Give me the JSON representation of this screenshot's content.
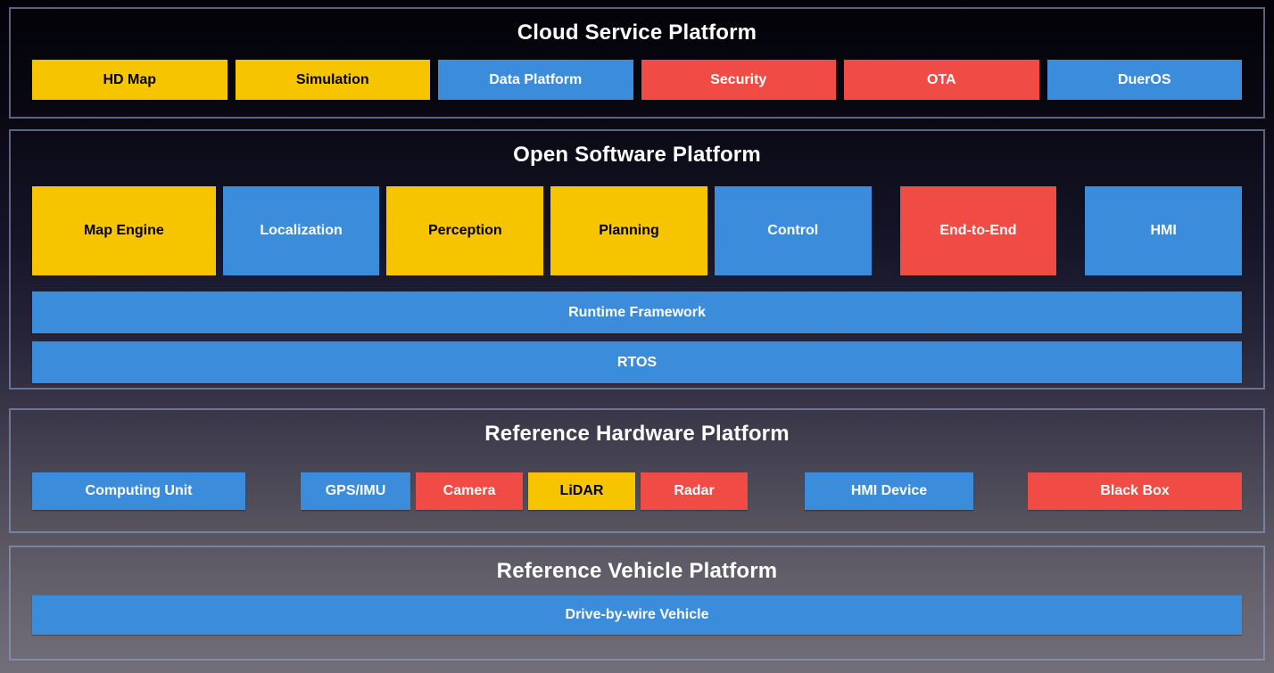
{
  "palette": {
    "yellow": "#F7C500",
    "blue": "#3B8DDC",
    "red": "#F14B45",
    "box_text_dark": "#000000",
    "box_text_light": "#FFFFFF",
    "section_border": "#8CA0C8"
  },
  "sections": {
    "cloud": {
      "title": "Cloud Service Platform",
      "boxes": [
        {
          "label": "HD Map",
          "color": "yellow"
        },
        {
          "label": "Simulation",
          "color": "yellow"
        },
        {
          "label": "Data Platform",
          "color": "blue"
        },
        {
          "label": "Security",
          "color": "red"
        },
        {
          "label": "OTA",
          "color": "red"
        },
        {
          "label": "DuerOS",
          "color": "blue"
        }
      ]
    },
    "software": {
      "title": "Open Software Platform",
      "modules": [
        {
          "label": "Map Engine",
          "color": "yellow"
        },
        {
          "label": "Localization",
          "color": "blue"
        },
        {
          "label": "Perception",
          "color": "yellow"
        },
        {
          "label": "Planning",
          "color": "yellow"
        },
        {
          "label": "Control",
          "color": "blue"
        },
        {
          "label": "End-to-End",
          "color": "red"
        },
        {
          "label": "HMI",
          "color": "blue"
        }
      ],
      "bars": [
        {
          "label": "Runtime Framework",
          "color": "blue"
        },
        {
          "label": "RTOS",
          "color": "blue"
        }
      ]
    },
    "hardware": {
      "title": "Reference Hardware Platform",
      "boxes": [
        {
          "label": "Computing Unit",
          "color": "blue"
        },
        {
          "label": "GPS/IMU",
          "color": "blue"
        },
        {
          "label": "Camera",
          "color": "red"
        },
        {
          "label": "LiDAR",
          "color": "yellow"
        },
        {
          "label": "Radar",
          "color": "red"
        },
        {
          "label": "HMI Device",
          "color": "blue"
        },
        {
          "label": "Black Box",
          "color": "red"
        }
      ]
    },
    "vehicle": {
      "title": "Reference Vehicle Platform",
      "bars": [
        {
          "label": "Drive-by-wire Vehicle",
          "color": "blue"
        }
      ]
    }
  }
}
